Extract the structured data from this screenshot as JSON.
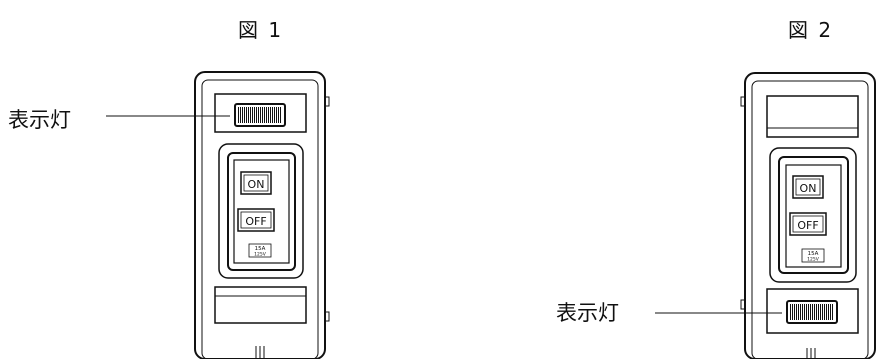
{
  "figures": [
    {
      "title": "図 1",
      "indicator_label": "表示灯",
      "switch": {
        "on": "ON",
        "off": "OFF",
        "rating_line1": "15A",
        "rating_line2": "125V"
      }
    },
    {
      "title": "図 2",
      "indicator_label": "表示灯",
      "switch": {
        "on": "ON",
        "off": "OFF",
        "rating_line1": "15A",
        "rating_line2": "125V"
      }
    }
  ],
  "colors": {
    "line": "#111111",
    "background": "#ffffff"
  }
}
